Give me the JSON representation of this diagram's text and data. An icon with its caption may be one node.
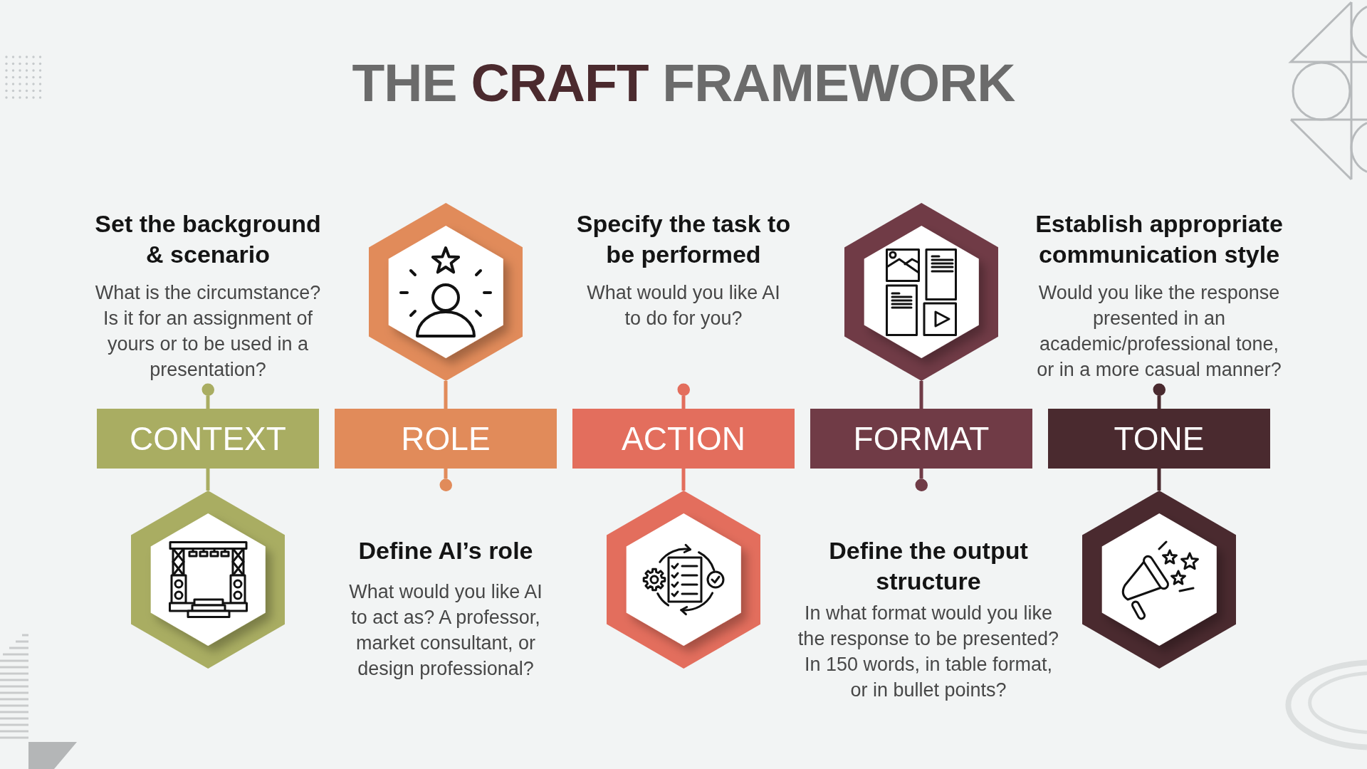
{
  "diagram": {
    "title": "THE CRAFT FRAMEWORK",
    "nodes": [
      {
        "text": [
          "Set the background & scenario",
          "What is the circumstance? Is it for an assignment of yours or to be used in a presentation?"
        ]
      },
      {
        "text": [],
        "shape": "hexagon"
      },
      {
        "text": [
          "Specify the task to be performed",
          "What would you like AI to do for you?"
        ]
      },
      {
        "text": [],
        "shape": "hexagon"
      },
      {
        "text": [
          "Establish appropriate communication style",
          "Would you like the response presented in an academic/professional tone, or in a more casual manner?"
        ]
      },
      {
        "text": [
          "CONTEXT"
        ]
      },
      {
        "text": [
          "ROLE"
        ]
      },
      {
        "text": [
          "ACTION"
        ]
      },
      {
        "text": [
          "FORMAT"
        ]
      },
      {
        "text": [
          "TONE"
        ]
      },
      {
        "text": [],
        "shape": "hexagon"
      },
      {
        "text": [
          "Define AI’s role",
          "What would you like AI to act as? A professor, market consultant, or design professional?"
        ]
      },
      {
        "text": [],
        "shape": "hexagon"
      },
      {
        "text": [
          "Define the output structure",
          "In what format would you like the response to be presented? In 150 words, in table format, or in bullet points?"
        ]
      },
      {
        "text": [],
        "shape": "hexagon"
      }
    ],
    "edges": [
      {
        "from": 5,
        "to": 0,
        "arrow": "other",
        "color": "#a9ad62"
      },
      {
        "from": 5,
        "to": 10,
        "arrow": "none",
        "color": "#a9ad62"
      },
      {
        "from": 6,
        "to": 1,
        "arrow": "none",
        "color": "#e18b5a"
      },
      {
        "from": 6,
        "to": 11,
        "arrow": "other",
        "color": "#e18b5a"
      },
      {
        "from": 7,
        "to": 2,
        "arrow": "other",
        "color": "#e36e5d"
      },
      {
        "from": 7,
        "to": 12,
        "arrow": "none",
        "color": "#e36e5d"
      },
      {
        "from": 8,
        "to": 3,
        "arrow": "none",
        "color": "#703b46"
      },
      {
        "from": 8,
        "to": 13,
        "arrow": "other",
        "color": "#703b46"
      },
      {
        "from": 9,
        "to": 4,
        "arrow": "other",
        "color": "#4a2a2f"
      },
      {
        "from": 9,
        "to": 14,
        "arrow": "none",
        "color": "#4a2a2f"
      }
    ]
  }
}
